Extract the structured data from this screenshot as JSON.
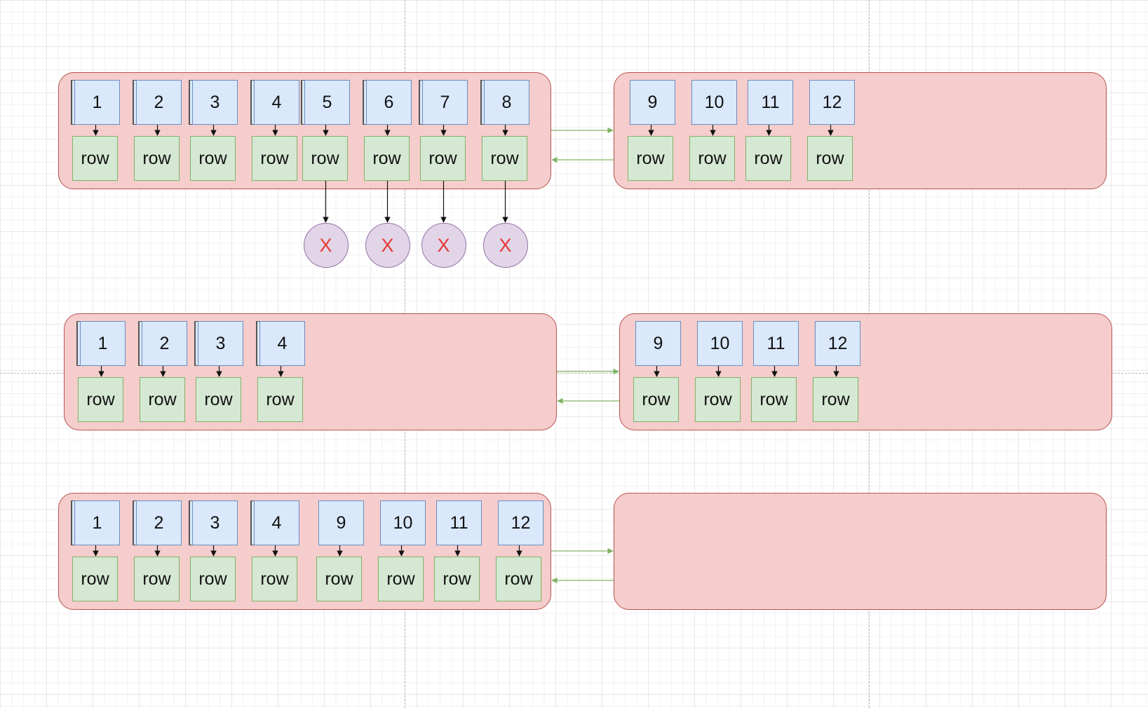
{
  "colors": {
    "panel_fill": "#f4cdcc",
    "panel_border": "#b85450",
    "index_fill": "#dae8fc",
    "index_border": "#6c8ebf",
    "row_fill": "#d5e8d4",
    "row_border": "#82b366",
    "marker_fill": "#e1d5e7",
    "marker_border": "#9673a6",
    "marker_text": "#e53935",
    "link_arrow": "#82b366"
  },
  "row_label": "row",
  "delete_label": "X",
  "stages": [
    {
      "left_page": {
        "items": [
          "1",
          "2",
          "3",
          "4",
          "5",
          "6",
          "7",
          "8"
        ]
      },
      "right_page": {
        "items": [
          "9",
          "10",
          "11",
          "12"
        ]
      },
      "deleted_items": [
        "5",
        "6",
        "7",
        "8"
      ]
    },
    {
      "left_page": {
        "items": [
          "1",
          "2",
          "3",
          "4"
        ]
      },
      "right_page": {
        "items": [
          "9",
          "10",
          "11",
          "12"
        ]
      },
      "deleted_items": []
    },
    {
      "left_page": {
        "items": [
          "1",
          "2",
          "3",
          "4",
          "9",
          "10",
          "11",
          "12"
        ]
      },
      "right_page": {
        "items": []
      },
      "deleted_items": []
    }
  ]
}
